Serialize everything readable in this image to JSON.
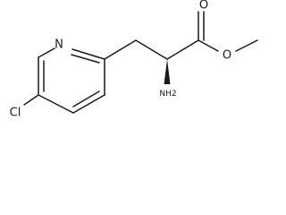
{
  "molecule": {
    "atoms": {
      "pyridine_n": "N",
      "chlorine": "Cl",
      "amine": "NH2",
      "carbonyl_o": "O",
      "ester_o": "O"
    }
  },
  "colors": {
    "bond": "#1a1a1a",
    "background": "#ffffff"
  }
}
